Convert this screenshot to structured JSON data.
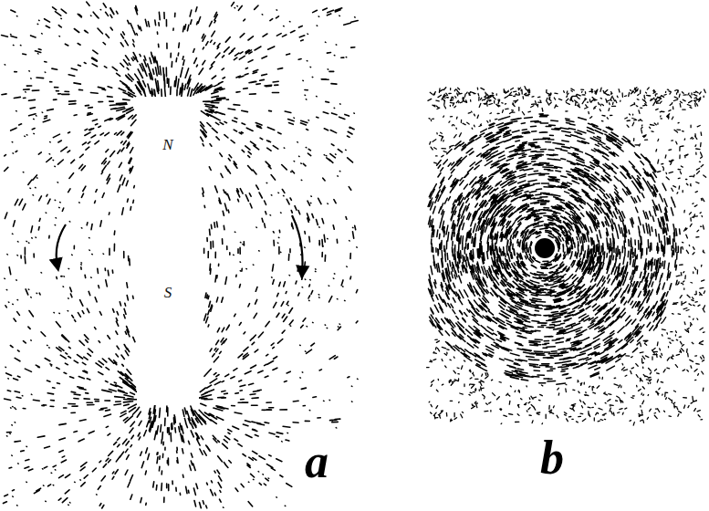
{
  "diagram": {
    "nodes": [
      {
        "text": [
          "N",
          "S"
        ]
      }
    ],
    "edges": [],
    "labels": [
      "a",
      "b"
    ]
  }
}
